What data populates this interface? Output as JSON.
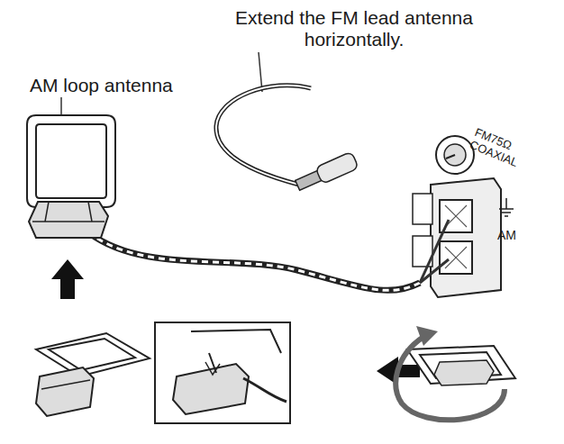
{
  "diagram": {
    "labels": [
      "Extend the FM lead antenna horizontally.",
      "AM loop antenna",
      "FM75Ω COAXIAL",
      "AM"
    ]
  }
}
